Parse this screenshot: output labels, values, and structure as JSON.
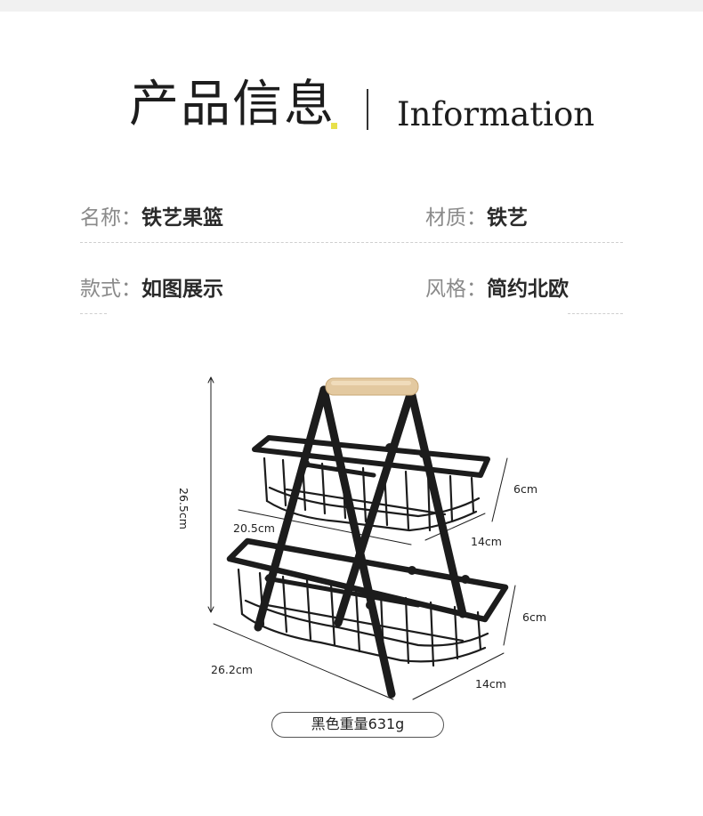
{
  "header": {
    "title_cn": "产品信息",
    "title_en": "Information"
  },
  "specs": [
    {
      "label": "名称：",
      "value": "铁艺果篮"
    },
    {
      "label": "材质：",
      "value": "铁艺"
    },
    {
      "label": "款式：",
      "value": "如图展示"
    },
    {
      "label": "风格：",
      "value": "简约北欧"
    }
  ],
  "dimensions": {
    "height": "26.5cm",
    "top_length": "20.5cm",
    "top_width": "14cm",
    "top_depth": "6cm",
    "bottom_length": "26.2cm",
    "bottom_width": "14cm",
    "bottom_depth": "6cm"
  },
  "weight": "黑色重量631g",
  "colors": {
    "frame": "#1c1c1c",
    "handle": "#e3c9a0",
    "accent_dot": "#e8e04a"
  }
}
